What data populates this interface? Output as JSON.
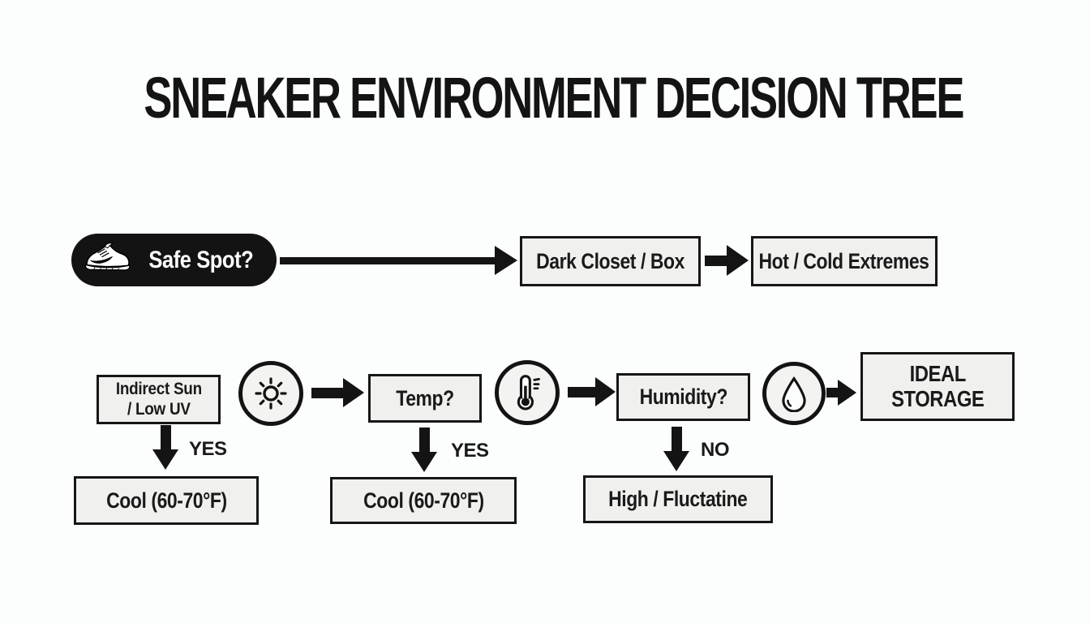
{
  "title": "SNEAKER ENVIRONMENT DECISION TREE",
  "colors": {
    "background": "#fcfdfd",
    "node_fill": "#f0f0ee",
    "node_border": "#161616",
    "start_fill": "#131313",
    "start_text": "#ffffff",
    "text": "#1a1a1a"
  },
  "start": {
    "label": "Safe Spot?",
    "icon": "sneaker"
  },
  "top_row": {
    "boxes": [
      {
        "label": "Dark Closet / Box"
      },
      {
        "label": "Hot / Cold Extremes"
      }
    ]
  },
  "decision_row": {
    "indirect_sun": {
      "line1": "Indirect Sun",
      "line2": "/ Low UV"
    },
    "sun_icon": "sun",
    "temp": {
      "label": "Temp?"
    },
    "thermometer_icon": "thermometer",
    "humidity": {
      "label": "Humidity?"
    },
    "droplet_icon": "droplet",
    "ideal_storage": {
      "line1": "IDEAL",
      "line2": "STORAGE"
    }
  },
  "branches": [
    {
      "answer": "YES",
      "result": "Cool (60-70°F)"
    },
    {
      "answer": "YES",
      "result": "Cool (60-70°F)"
    },
    {
      "answer": "NO",
      "result": "High / Fluctatine"
    }
  ]
}
